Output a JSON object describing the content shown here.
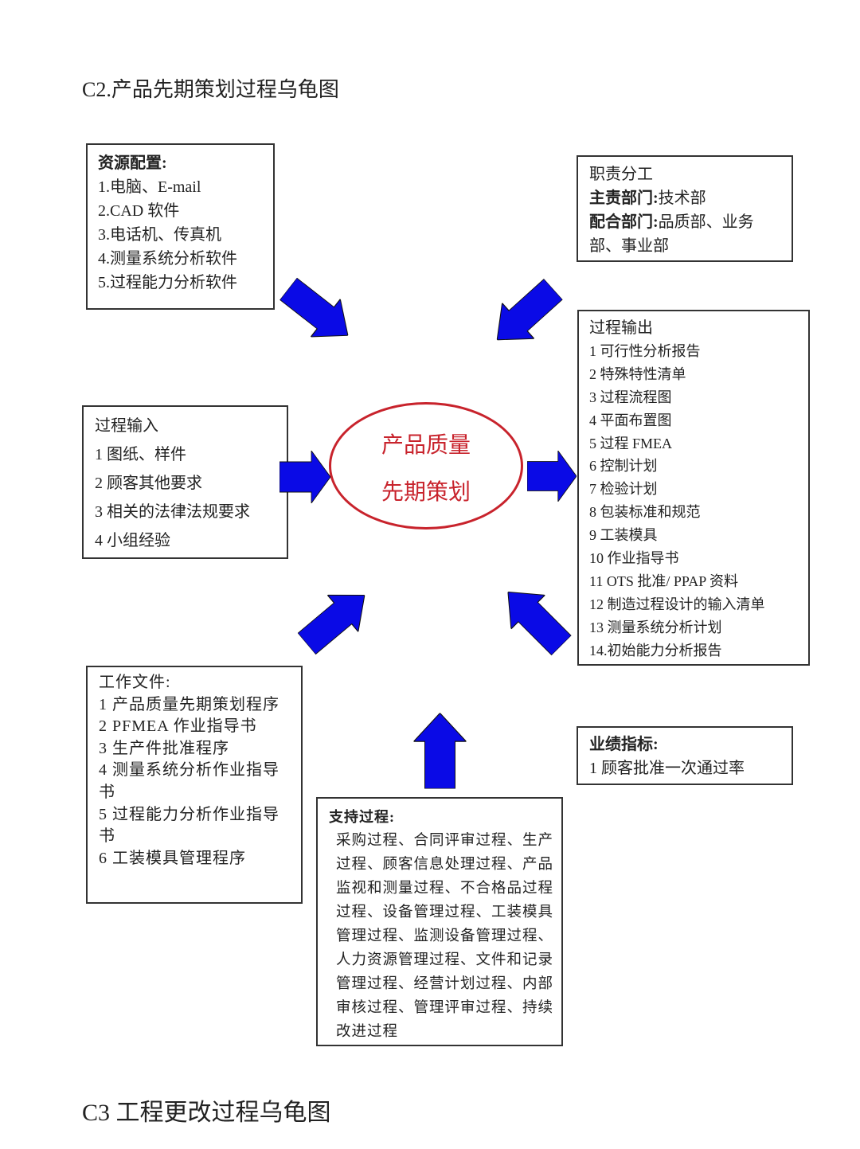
{
  "title": "C2.产品先期策划过程乌龟图",
  "footer_title": "C3 工程更改过程乌龟图",
  "center": {
    "line1": "产品质量",
    "line2": "先期策划"
  },
  "resources": {
    "heading": "资源配置:",
    "items": [
      "1.电脑、E-mail",
      "2.CAD 软件",
      "3.电话机、传真机",
      "4.测量系统分析软件",
      "5.过程能力分析软件"
    ]
  },
  "duties": {
    "heading": "职责分工",
    "main_label": "主责部门:",
    "main_value": "技术部",
    "assist_label": "配合部门:",
    "assist_value": "品质部、业务部、事业部"
  },
  "inputs": {
    "heading": "过程输入",
    "items": [
      "1 图纸、样件",
      "2 顾客其他要求",
      "3 相关的法律法规要求",
      "4 小组经验"
    ]
  },
  "outputs": {
    "heading": "过程输出",
    "items": [
      "1 可行性分析报告",
      "2 特殊特性清单",
      "3 过程流程图",
      "4 平面布置图",
      "5 过程 FMEA",
      "6 控制计划",
      "7 检验计划",
      "8 包装标准和规范",
      "9 工装模具",
      "10 作业指导书",
      "11 OTS 批准/ PPAP 资料",
      "12 制造过程设计的输入清单",
      "13 测量系统分析计划",
      "14.初始能力分析报告"
    ]
  },
  "work_docs": {
    "heading": "工作文件:",
    "items": [
      "1 产品质量先期策划程序",
      "2 PFMEA 作业指导书",
      "3 生产件批准程序",
      "4 测量系统分析作业指导书",
      "5 过程能力分析作业指导书",
      "6 工装模具管理程序"
    ]
  },
  "kpi": {
    "heading": "业绩指标:",
    "items": [
      "1 顾客批准一次通过率"
    ]
  },
  "support": {
    "heading": "支持过程:",
    "text": "采购过程、合同评审过程、生产过程、顾客信息处理过程、产品监视和测量过程、不合格品过程过程、设备管理过程、工装模具管理过程、监测设备管理过程、人力资源管理过程、文件和记录管理过程、经营计划过程、内部审核过程、管理评审过程、持续改进过程"
  },
  "colors": {
    "arrow": "#0a0ae6",
    "ellipse": "#c8232c"
  }
}
